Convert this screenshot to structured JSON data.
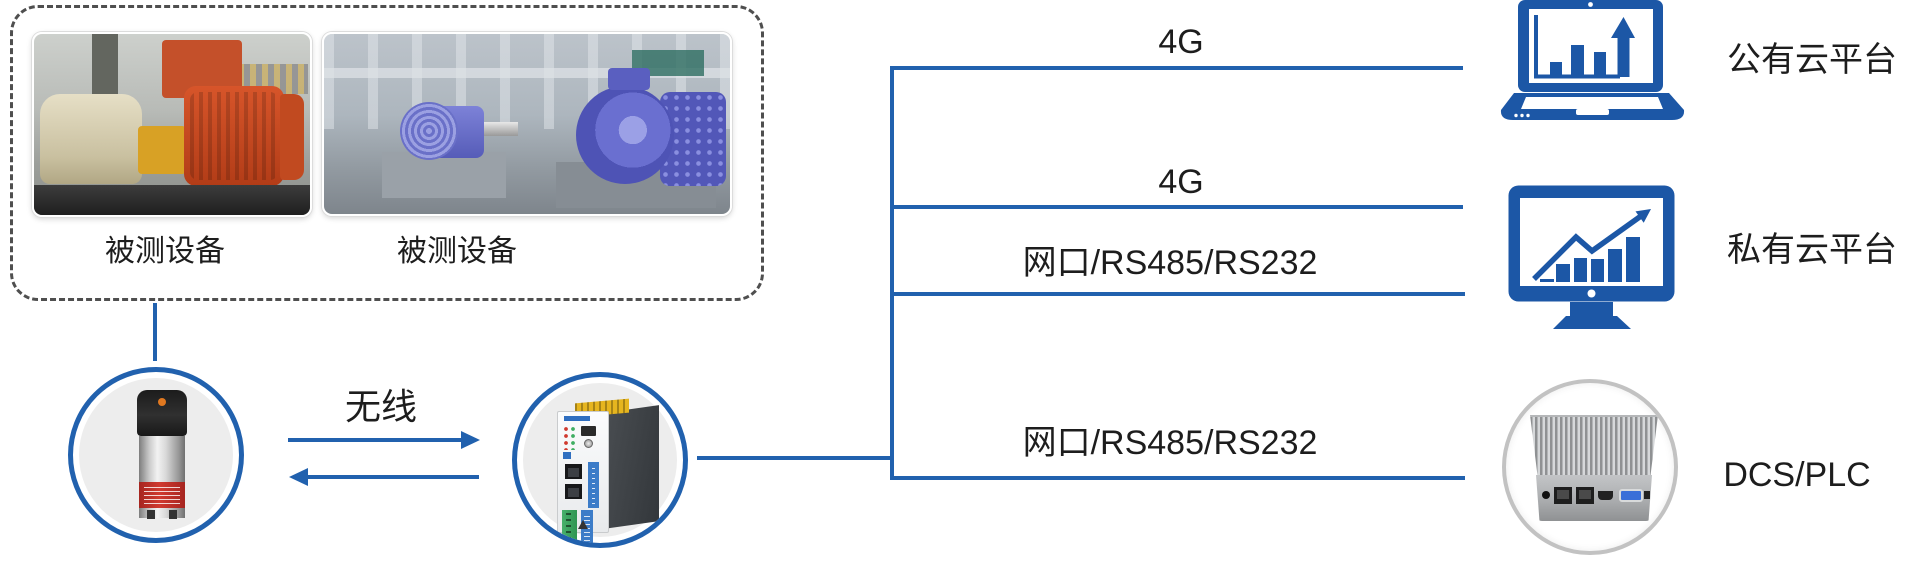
{
  "monitored_box": {
    "left_photo_label": "被测设备",
    "right_photo_label": "被测设备"
  },
  "sensor_section": {
    "wireless_label": "无线"
  },
  "branch_labels": {
    "b1": "4G",
    "b2": "4G",
    "b3": "网口/RS485/RS232",
    "b4": "网口/RS485/RS232"
  },
  "endpoints": {
    "public_cloud": "公有云平台",
    "private_cloud": "私有云平台",
    "dcs_plc": "DCS/PLC"
  },
  "icons": {
    "laptop": "laptop-bar-chart-icon",
    "monitor": "monitor-growth-chart-icon",
    "sensor": "wireless-vibration-sensor-photo",
    "gateway": "industrial-gateway-photo",
    "dcs": "embedded-industrial-pc-photo",
    "equipment_left": "orange-motor-pump-photo",
    "equipment_right": "blue-pump-plant-photo"
  },
  "colors": {
    "line-blue": "#2161ae",
    "icon-blue": "#1c57a6",
    "ring-blue": "#2161ae",
    "dash-gray": "#4f4f4f",
    "text-color": "#1d1d1d",
    "dcs-ring": "#c2c2c2"
  }
}
